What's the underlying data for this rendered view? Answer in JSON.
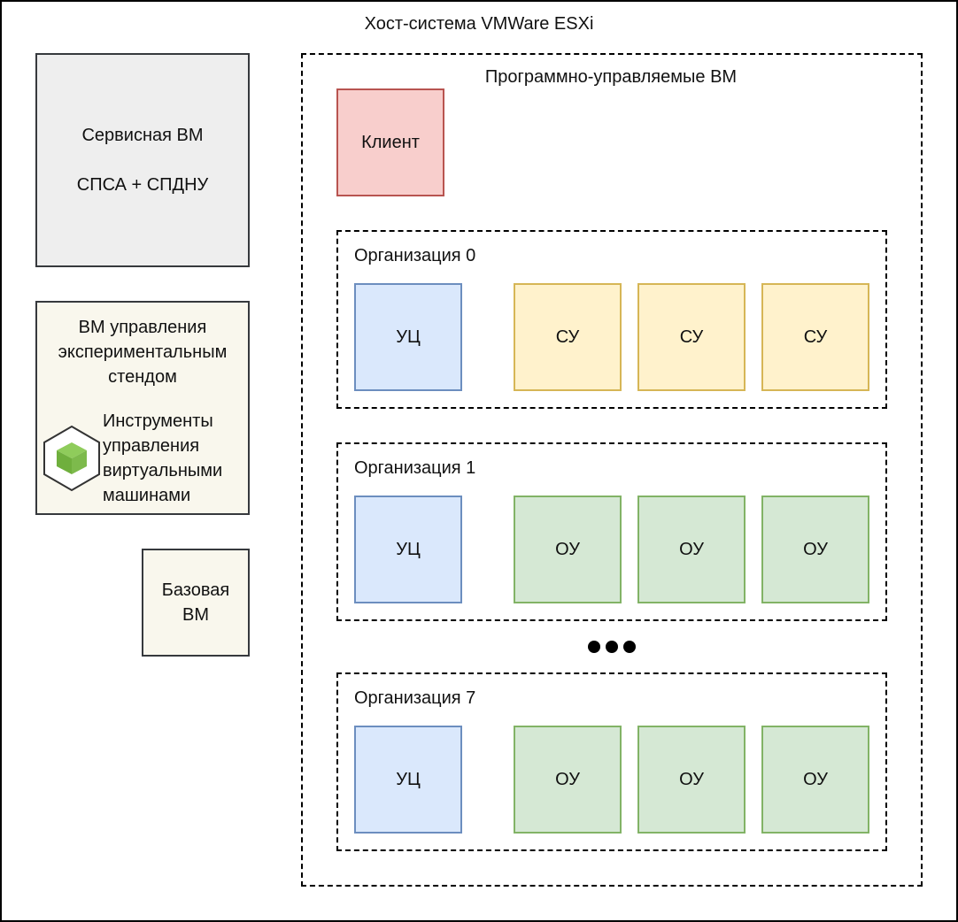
{
  "host": {
    "title": "Хост-система VMWare ESXi"
  },
  "service_vm": {
    "line1": "Сервисная ВМ",
    "line2": "СПСА + СПДНУ"
  },
  "control_vm": {
    "title": "ВМ управления экспериментальным стендом",
    "tools_label": "Инструменты управления виртуальными машинами",
    "tools_icon": "cube-icon"
  },
  "base_vm": {
    "label": "Базовая ВМ"
  },
  "managed": {
    "title": "Программно-управляемые ВМ",
    "client": "Клиент",
    "ellipsis": "•••",
    "orgs": [
      {
        "title": "Организация 0",
        "uc": "УЦ",
        "nodes": [
          "СУ",
          "СУ",
          "СУ"
        ]
      },
      {
        "title": "Организация 1",
        "uc": "УЦ",
        "nodes": [
          "ОУ",
          "ОУ",
          "ОУ"
        ]
      },
      {
        "title": "Организация 7",
        "uc": "УЦ",
        "nodes": [
          "ОУ",
          "ОУ",
          "ОУ"
        ]
      }
    ]
  },
  "colors": {
    "service": "#eeeeee",
    "control": "#f9f7ed",
    "client": "#f8cecc",
    "uc": "#dae8fc",
    "su": "#fff2cc",
    "ou": "#d5e8d4",
    "cube": "#7dba4c"
  }
}
